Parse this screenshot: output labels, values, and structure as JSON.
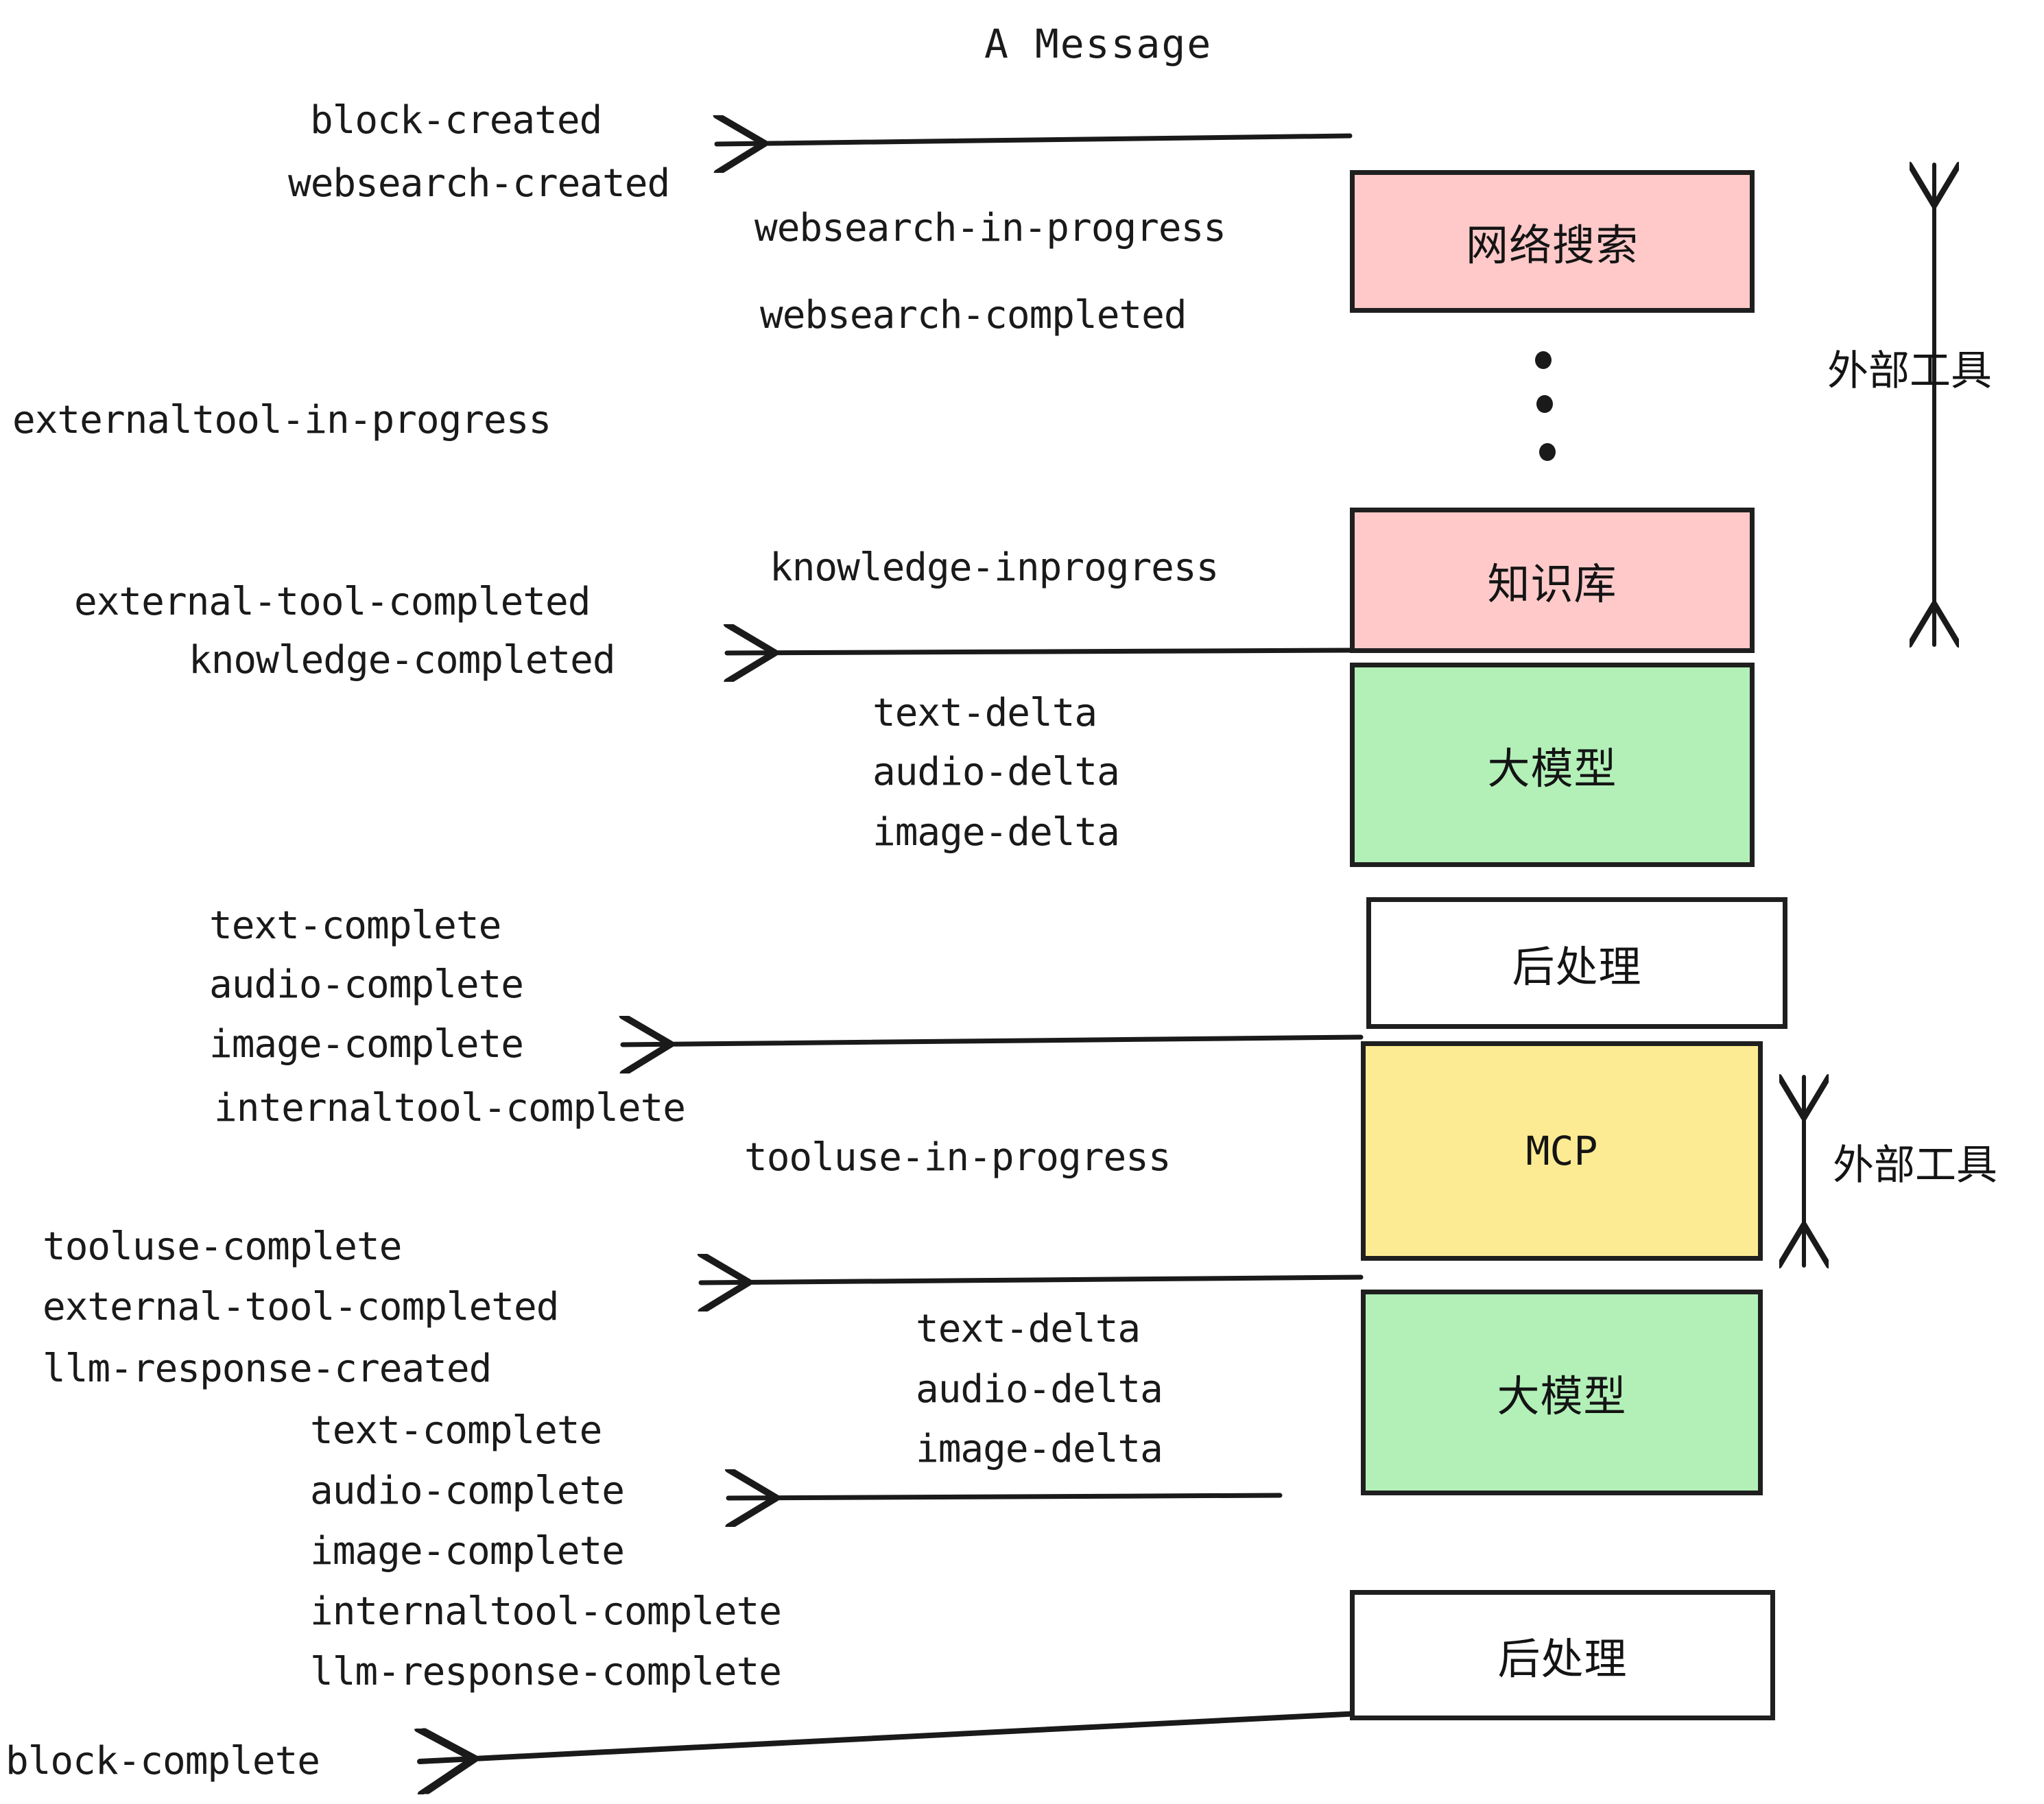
{
  "title": "A Message",
  "boxes": [
    {
      "id": "websearch",
      "label": "网络搜索",
      "color": "#ffc9c9"
    },
    {
      "id": "knowledge",
      "label": "知识库",
      "color": "#ffc9c9"
    },
    {
      "id": "llm-top",
      "label": "大模型",
      "color": "#b2f0b8"
    },
    {
      "id": "post-top",
      "label": "后处理",
      "color": "#ffffff"
    },
    {
      "id": "mcp",
      "label": "MCP",
      "color": "#fceb92"
    },
    {
      "id": "llm-bottom",
      "label": "大模型",
      "color": "#b2f0b8"
    },
    {
      "id": "post-bottom",
      "label": "后处理",
      "color": "#ffffff"
    }
  ],
  "side_labels": [
    {
      "id": "external-tool-top",
      "label": "外部工具"
    },
    {
      "id": "external-tool-bottom",
      "label": "外部工具"
    }
  ],
  "events": [
    {
      "id": "block-created",
      "text": "block-created"
    },
    {
      "id": "websearch-created",
      "text": "websearch-created"
    },
    {
      "id": "websearch-in-progress",
      "text": "websearch-in-progress"
    },
    {
      "id": "websearch-completed",
      "text": "websearch-completed"
    },
    {
      "id": "externaltool-in-progress",
      "text": "externaltool-in-progress"
    },
    {
      "id": "knowledge-inprogress",
      "text": "knowledge-inprogress"
    },
    {
      "id": "external-tool-completed-1",
      "text": "external-tool-completed"
    },
    {
      "id": "knowledge-completed",
      "text": "knowledge-completed"
    },
    {
      "id": "text-delta-1",
      "text": "text-delta"
    },
    {
      "id": "audio-delta-1",
      "text": "audio-delta"
    },
    {
      "id": "image-delta-1",
      "text": "image-delta"
    },
    {
      "id": "text-complete-1",
      "text": "text-complete"
    },
    {
      "id": "audio-complete-1",
      "text": "audio-complete"
    },
    {
      "id": "image-complete-1",
      "text": "image-complete"
    },
    {
      "id": "internaltool-complete-1",
      "text": "internaltool-complete"
    },
    {
      "id": "tooluse-in-progress",
      "text": "tooluse-in-progress"
    },
    {
      "id": "tooluse-complete",
      "text": "tooluse-complete"
    },
    {
      "id": "external-tool-completed-2",
      "text": "external-tool-completed"
    },
    {
      "id": "llm-response-created",
      "text": "llm-response-created"
    },
    {
      "id": "text-delta-2",
      "text": "text-delta"
    },
    {
      "id": "audio-delta-2",
      "text": "audio-delta"
    },
    {
      "id": "image-delta-2",
      "text": "image-delta"
    },
    {
      "id": "text-complete-2",
      "text": "text-complete"
    },
    {
      "id": "audio-complete-2",
      "text": "audio-complete"
    },
    {
      "id": "image-complete-2",
      "text": "image-complete"
    },
    {
      "id": "internaltool-complete-2",
      "text": "internaltool-complete"
    },
    {
      "id": "llm-response-complete",
      "text": "llm-response-complete"
    },
    {
      "id": "block-complete",
      "text": "block-complete"
    }
  ],
  "colors": {
    "pink": "#ffc9c9",
    "green": "#b2f0b8",
    "yellow": "#fceb92",
    "white": "#ffffff",
    "stroke": "#1f1f1f",
    "text": "#1a1a1a",
    "background": "#ffffff"
  }
}
